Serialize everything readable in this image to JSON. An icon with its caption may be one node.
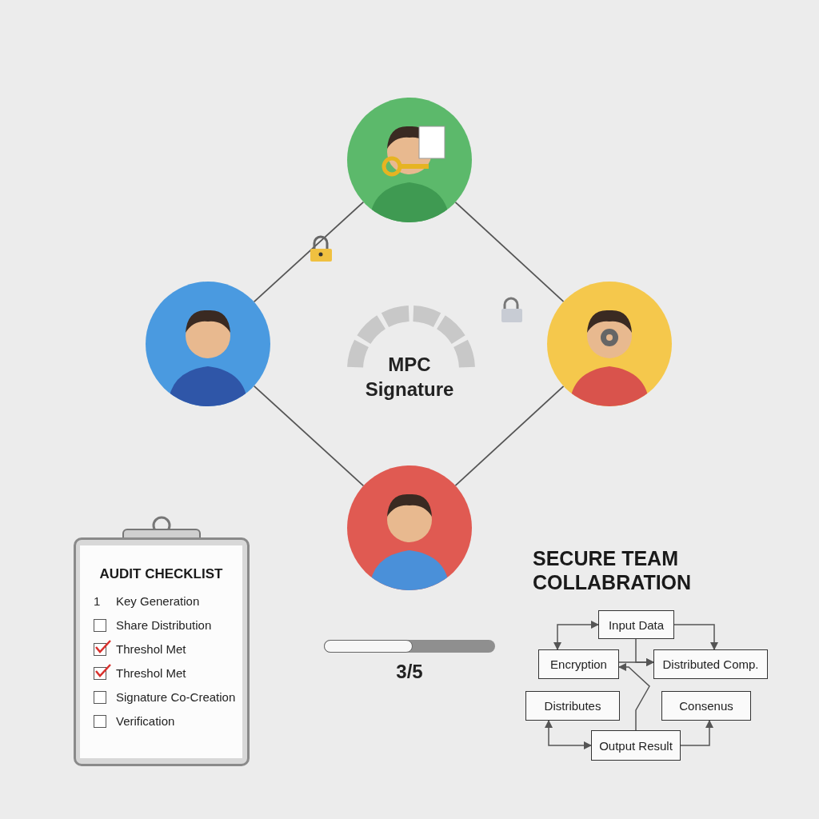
{
  "diagram": {
    "nodes": [
      {
        "text": [],
        "shape": "person"
      },
      {
        "text": [],
        "shape": "person"
      },
      {
        "text": [],
        "shape": "person"
      },
      {
        "text": [],
        "shape": "person"
      },
      {
        "text": [
          "Input Data"
        ]
      },
      {
        "text": [
          "Encryption"
        ]
      },
      {
        "text": [
          "Distributed Comp."
        ]
      },
      {
        "text": [
          "Distributes"
        ]
      },
      {
        "text": [
          "Consenus"
        ]
      },
      {
        "text": [
          "Output Result"
        ]
      }
    ],
    "edges": [
      {
        "from": 0,
        "to": 1,
        "arrow": "none"
      },
      {
        "from": 0,
        "to": 2,
        "arrow": "none"
      },
      {
        "from": 1,
        "to": 3,
        "arrow": "none"
      },
      {
        "from": 2,
        "to": 3,
        "arrow": "none"
      },
      {
        "from": 5,
        "to": 4,
        "arrow": "both"
      },
      {
        "from": 4,
        "to": 6,
        "arrow": "to"
      },
      {
        "from": 4,
        "to": 6,
        "arrow": "to"
      },
      {
        "from": 5,
        "to": 6,
        "arrow": "to"
      },
      {
        "from": 9,
        "to": 5,
        "arrow": "to"
      },
      {
        "from": 7,
        "to": 9,
        "arrow": "both"
      },
      {
        "from": 9,
        "to": 8,
        "arrow": "to"
      }
    ],
    "labels": [
      "MPC Signature",
      "SECURE TEAM COLLABRATION",
      "AUDIT CHECKLIST",
      "1",
      "Key Generation",
      "Share Distribution",
      "Threshol Met",
      "Threshol Met",
      "Signature Co-Creation",
      "Verification",
      "3/5"
    ]
  }
}
